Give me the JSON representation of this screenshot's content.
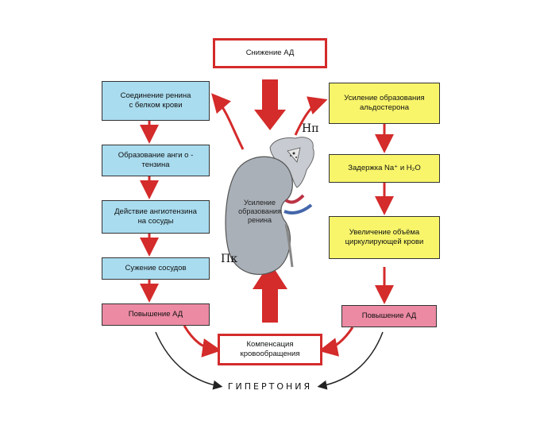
{
  "top_box": "Снижение АД",
  "left_column": [
    "Соединение ренина\nс белком крови",
    "Образование анги о -\nтензина",
    "Действие ангиотензина\nна сосуды",
    "Сужение сосудов"
  ],
  "left_bottom": "Повышение АД",
  "right_column": [
    "Усиление образования\nальдостерона",
    "Задержка Na⁺ и H₂O",
    "Увеличение объёма\nциркулирующей крови"
  ],
  "right_bottom": "Повышение АД",
  "center_bottom": "Компенсация\nкровообращения",
  "kidney_label": "Усиление\nобразования\nренина",
  "adrenal_letter": "Нп",
  "kidney_letter": "Пк",
  "bottom_text": "ГИПЕРТОНИЯ",
  "colors": {
    "box_blue": "#a9dcef",
    "box_yellow": "#f8f56b",
    "box_pink": "#ec8aa3",
    "arrow_red": "#d42b2b",
    "kidney": "#a9b0b8"
  }
}
